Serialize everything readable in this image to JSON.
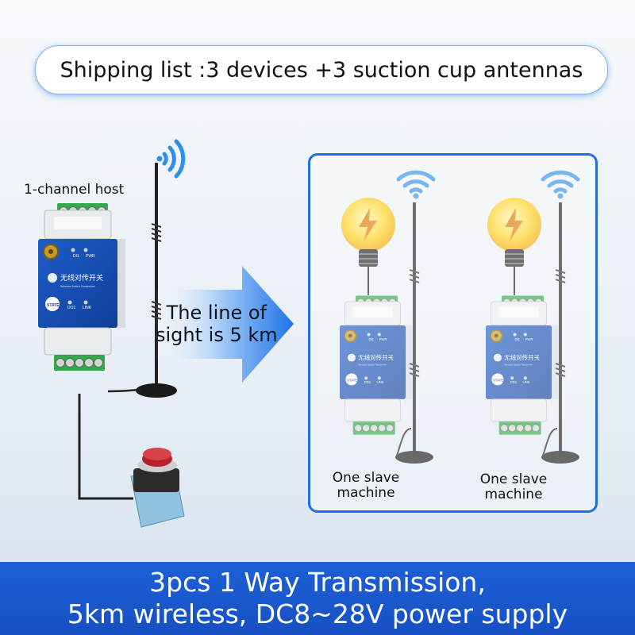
{
  "header": {
    "shipping_list": "Shipping list :3 devices +3 suction cup antennas"
  },
  "host": {
    "label": "1-channel host"
  },
  "arrow": {
    "line1": "The line of",
    "line2": "sight is 5 km"
  },
  "slaves": [
    {
      "line1": "One slave",
      "line2": "machine"
    },
    {
      "line1": "One slave",
      "line2": "machine"
    }
  ],
  "device": {
    "brand_cn": "无线对传开关",
    "brand_en": "Wireless Switch Transceiver",
    "led_di": "DI1",
    "led_pwr": "PWR",
    "led_do": "DO1",
    "led_link": "LINK",
    "state_button": "STATE"
  },
  "footer": {
    "line1": "3pcs 1 Way Transmission,",
    "line2": "5km wireless, DC8~28V power supply"
  },
  "colors": {
    "accent_blue": "#1f6fe0",
    "banner_blue": "#1d5fd6",
    "terminal_green": "#2faa4a"
  }
}
